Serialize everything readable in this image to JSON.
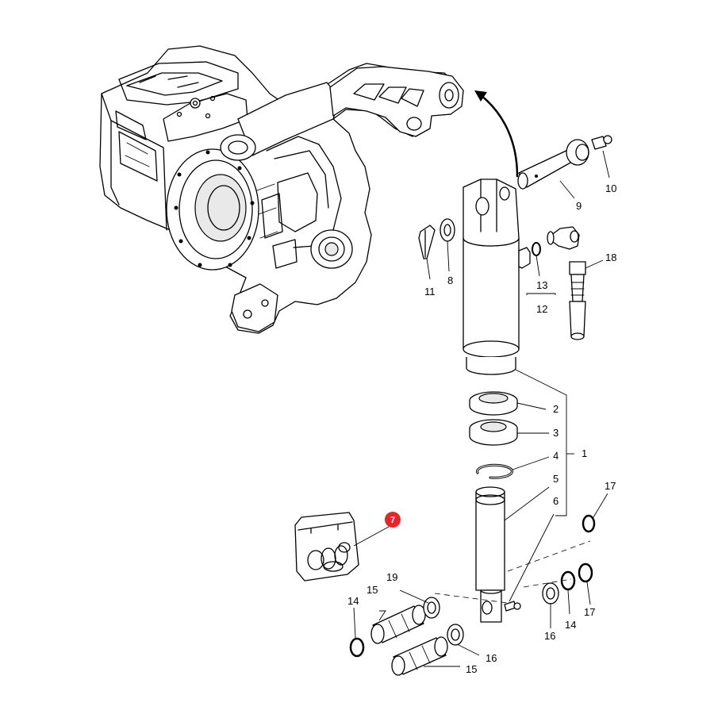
{
  "callouts": {
    "c1": "1",
    "c2": "2",
    "c3": "3",
    "c4": "4",
    "c5": "5",
    "c6": "6",
    "c7": "7",
    "c8": "8",
    "c9": "9",
    "c10": "10",
    "c11": "11",
    "c12": "12",
    "c13": "13",
    "c14a": "14",
    "c14b": "14",
    "c15a": "15",
    "c15b": "15",
    "c16a": "16",
    "c16b": "16",
    "c17a": "17",
    "c17b": "17",
    "c18": "18",
    "c19": "19"
  },
  "colors": {
    "highlight_badge": "#e8242a",
    "line": "#000000",
    "background": "#ffffff"
  },
  "highlighted_part": "7"
}
